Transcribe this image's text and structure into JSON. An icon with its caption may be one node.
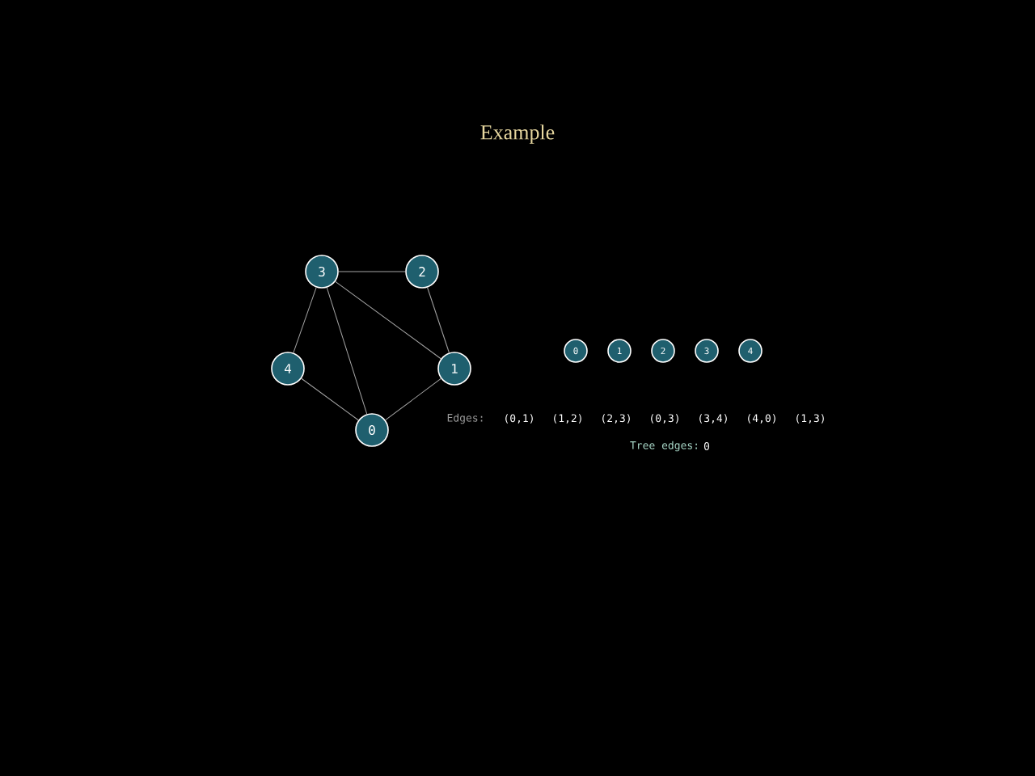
{
  "diagram": {
    "title": "Example",
    "nodes": [
      {
        "text": [
          "0"
        ]
      },
      {
        "text": [
          "1"
        ]
      },
      {
        "text": [
          "2"
        ]
      },
      {
        "text": [
          "3"
        ]
      },
      {
        "text": [
          "4"
        ]
      },
      {
        "text": [
          "0"
        ]
      },
      {
        "text": [
          "1"
        ]
      },
      {
        "text": [
          "2"
        ]
      },
      {
        "text": [
          "3"
        ]
      },
      {
        "text": [
          "4"
        ]
      }
    ],
    "edges": [
      {
        "from": 0,
        "to": 1,
        "arrow": "none"
      },
      {
        "from": 1,
        "to": 2,
        "arrow": "none"
      },
      {
        "from": 2,
        "to": 3,
        "arrow": "none"
      },
      {
        "from": 0,
        "to": 3,
        "arrow": "none"
      },
      {
        "from": 3,
        "to": 4,
        "arrow": "none"
      },
      {
        "from": 4,
        "to": 0,
        "arrow": "none"
      },
      {
        "from": 1,
        "to": 3,
        "arrow": "none"
      }
    ],
    "labels": [
      "Edges:",
      "(0,1)",
      "(1,2)",
      "(2,3)",
      "(0,3)",
      "(3,4)",
      "(4,0)",
      "(1,3)",
      "Tree edges:",
      "0"
    ]
  }
}
